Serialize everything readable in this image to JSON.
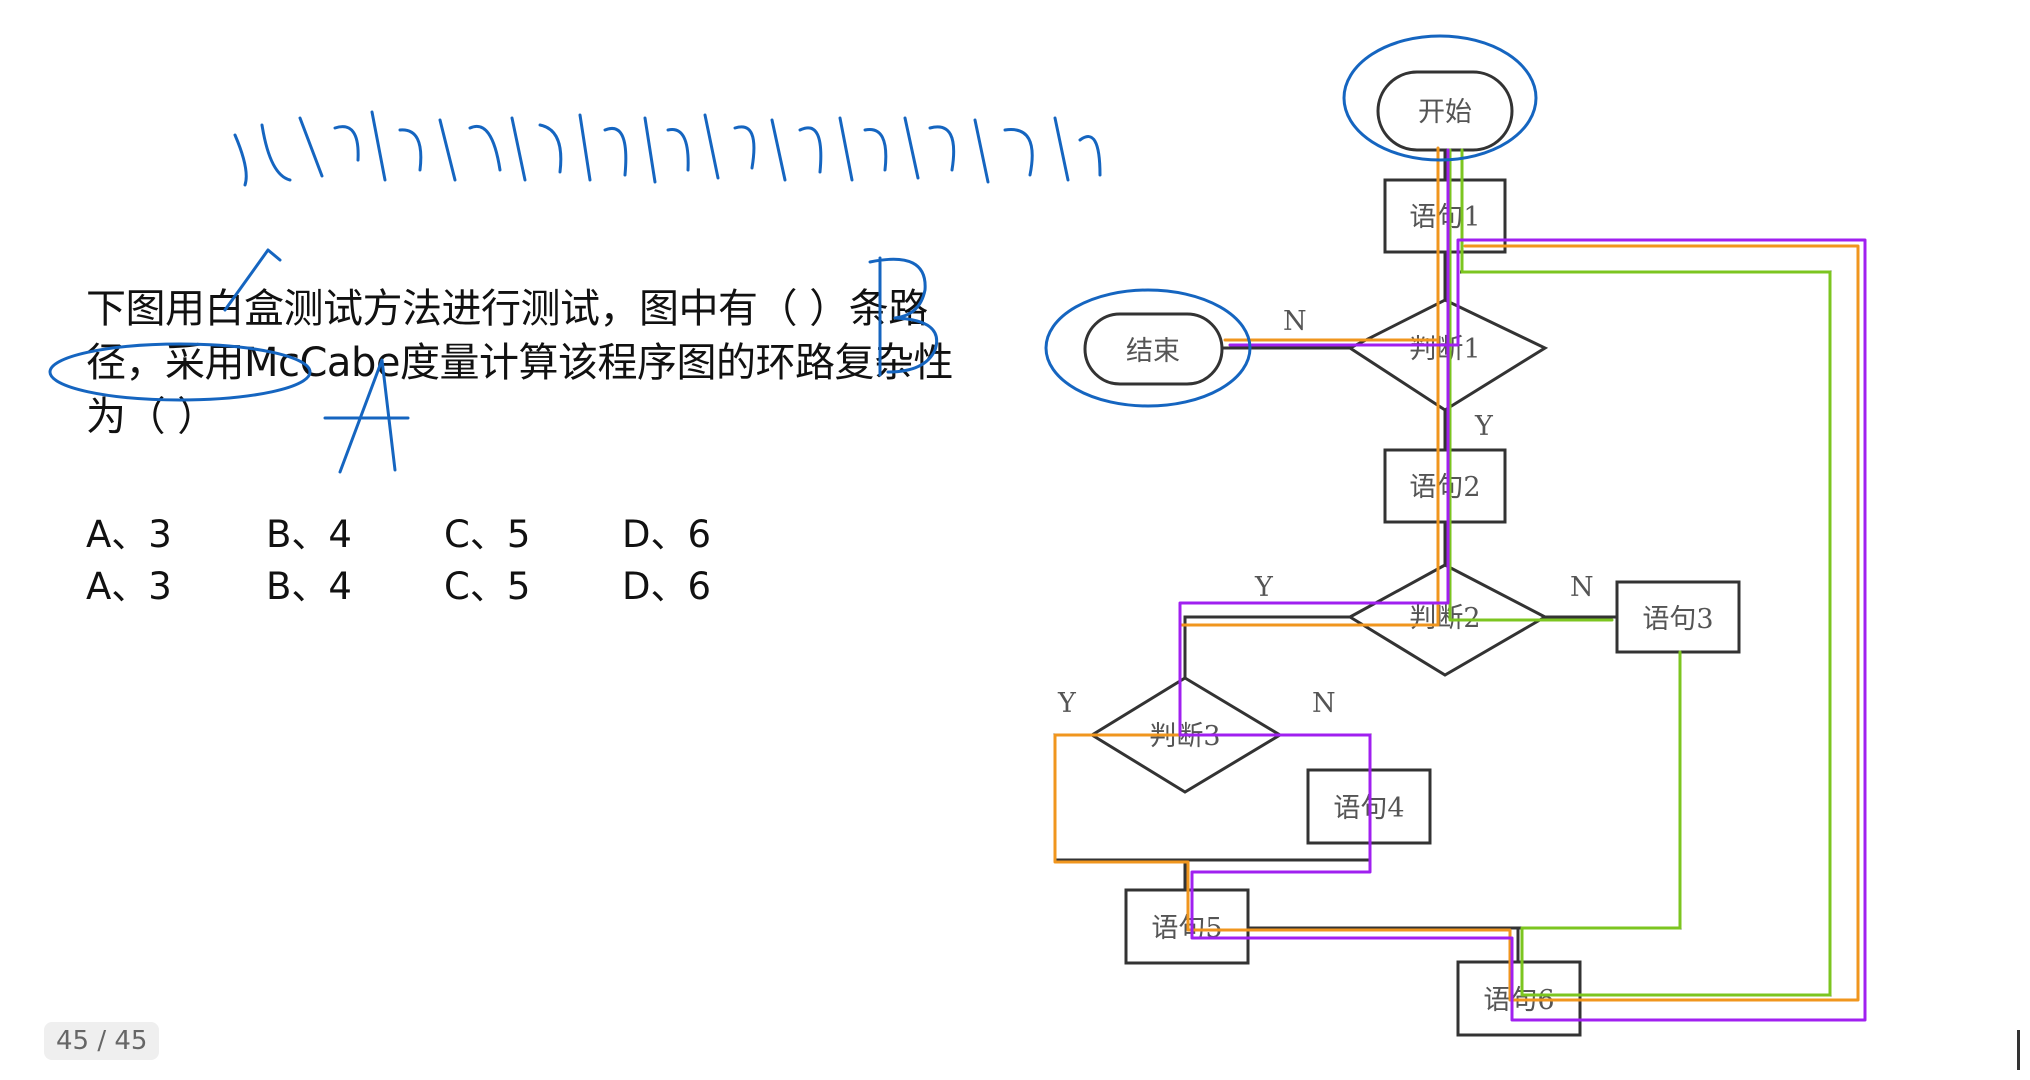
{
  "handwriting": {
    "title_note": "需要多少个用例才能满足路径覆盖"
  },
  "question": {
    "text": "下图用白盒测试方法进行测试，图中有（ ）条路径，采用McCabe度量计算该程序图的环路复杂性为（ ）"
  },
  "options": [
    [
      "A、3",
      "B、4",
      "C、5",
      "D、6"
    ],
    [
      "A、3",
      "B、4",
      "C、5",
      "D、6"
    ]
  ],
  "annotations": {
    "answer_paths": "B",
    "answer_complexity": "A"
  },
  "flowchart": {
    "start": "开始",
    "end": "结束",
    "stmt1": "语句1",
    "stmt2": "语句2",
    "stmt3": "语句3",
    "stmt4": "语句4",
    "stmt5": "语句5",
    "stmt6": "语句6",
    "judge1": "判断1",
    "judge2": "判断2",
    "judge3": "判断3",
    "n_label": "N",
    "y_label": "Y"
  },
  "ink_colors": {
    "blue": "#1565c0",
    "orange": "#f0961e",
    "purple": "#a020f0",
    "green": "#7cc520"
  },
  "page_indicator": "45 / 45"
}
